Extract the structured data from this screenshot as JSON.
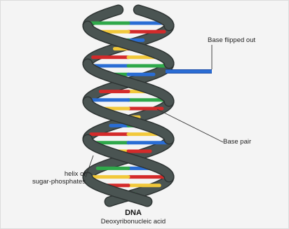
{
  "labels": {
    "base_flipped_out": "Base flipped out",
    "base_pair": "Base pair",
    "helix_line1": "helix of",
    "helix_line2": "sugar-phosphates"
  },
  "title": "DNA",
  "subtitle": "Deoxyribonucleic acid",
  "colors": {
    "background": "#f4f4f4",
    "backbone": "#4a5452",
    "backbone_edge": "#2e3433",
    "adenine": "#d42a2a",
    "thymine": "#f2c83a",
    "guanine": "#2fa84a",
    "cytosine": "#2a6dd4"
  },
  "base_pairs": [
    [
      "cytosine",
      "guanine"
    ],
    [
      "adenine",
      "thymine"
    ],
    [
      "cytosine",
      "guanine"
    ],
    [
      "thymine",
      "adenine"
    ],
    [
      "adenine",
      "thymine"
    ],
    [
      "cytosine",
      "guanine"
    ],
    [
      "guanine",
      "cytosine"
    ],
    [
      "adenine",
      "thymine"
    ],
    [
      "thymine",
      "adenine"
    ],
    [
      "guanine",
      "cytosine"
    ],
    [
      "adenine",
      "thymine"
    ],
    [
      "thymine",
      "adenine"
    ],
    [
      "cytosine",
      "guanine"
    ],
    [
      "adenine",
      "thymine"
    ],
    [
      "guanine",
      "cytosine"
    ],
    [
      "thymine",
      "adenine"
    ],
    [
      "adenine",
      "thymine"
    ],
    [
      "cytosine",
      "guanine"
    ],
    [
      "adenine",
      "thymine"
    ],
    [
      "thymine",
      "adenine"
    ],
    [
      "guanine",
      "cytosine"
    ]
  ]
}
